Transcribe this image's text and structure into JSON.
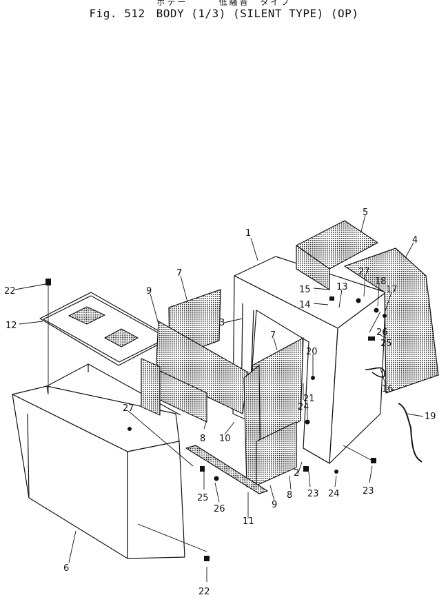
{
  "header": {
    "jp_line": "ボデー　　　低騒音　タイプ",
    "fig_no": "Fig. 512",
    "title": "BODY (1/3) (SILENT TYPE) (OP)"
  },
  "parts": [
    {
      "id": "1",
      "label": "1"
    },
    {
      "id": "2",
      "label": "2"
    },
    {
      "id": "3",
      "label": "3"
    },
    {
      "id": "4",
      "label": "4"
    },
    {
      "id": "5",
      "label": "5"
    },
    {
      "id": "6",
      "label": "6"
    },
    {
      "id": "7a",
      "label": "7"
    },
    {
      "id": "7b",
      "label": "7"
    },
    {
      "id": "8a",
      "label": "8"
    },
    {
      "id": "8b",
      "label": "8"
    },
    {
      "id": "9a",
      "label": "9"
    },
    {
      "id": "9b",
      "label": "9"
    },
    {
      "id": "10",
      "label": "10"
    },
    {
      "id": "11",
      "label": "11"
    },
    {
      "id": "12",
      "label": "12"
    },
    {
      "id": "13",
      "label": "13"
    },
    {
      "id": "14",
      "label": "14"
    },
    {
      "id": "15",
      "label": "15"
    },
    {
      "id": "16",
      "label": "16"
    },
    {
      "id": "17",
      "label": "17"
    },
    {
      "id": "18",
      "label": "18"
    },
    {
      "id": "19",
      "label": "19"
    },
    {
      "id": "20",
      "label": "20"
    },
    {
      "id": "21",
      "label": "21"
    },
    {
      "id": "22a",
      "label": "22"
    },
    {
      "id": "22b",
      "label": "22"
    },
    {
      "id": "23a",
      "label": "23"
    },
    {
      "id": "23b",
      "label": "23"
    },
    {
      "id": "24a",
      "label": "24"
    },
    {
      "id": "24b",
      "label": "24"
    },
    {
      "id": "25a",
      "label": "25"
    },
    {
      "id": "25b",
      "label": "25"
    },
    {
      "id": "26a",
      "label": "26"
    },
    {
      "id": "26b",
      "label": "26"
    },
    {
      "id": "27a",
      "label": "27"
    },
    {
      "id": "27b",
      "label": "27"
    }
  ]
}
